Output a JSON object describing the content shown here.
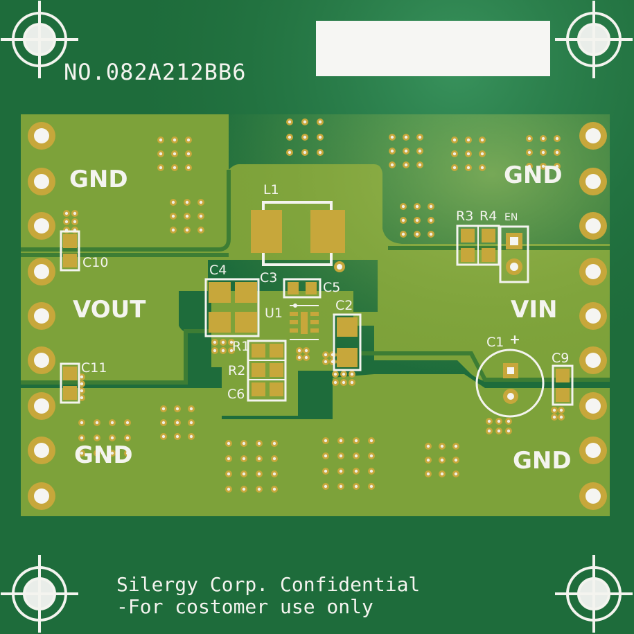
{
  "board": {
    "part_number": "NO.082A212BB6",
    "net_labels": {
      "gnd_top_left": "GND",
      "gnd_top_right": "GND",
      "vout": "VOUT",
      "vin": "VIN",
      "gnd_bottom_left": "GND",
      "gnd_bottom_right": "GND"
    },
    "references": {
      "l1": "L1",
      "c1": "C1",
      "c1_polarity": "+",
      "c2": "C2",
      "c3": "C3",
      "c4": "C4",
      "c5": "C5",
      "c6": "C6",
      "c9": "C9",
      "c10": "C10",
      "c11": "C11",
      "r1": "R1",
      "r2": "R2",
      "r3": "R3",
      "r4": "R4",
      "u1": "U1",
      "en": "EN"
    },
    "footer": {
      "line1": "Silergy Corp. Confidential",
      "line2": "-For costomer use only"
    },
    "colors": {
      "substrate": "#1d6b3a",
      "copper_pour": "#7fa339",
      "pad_gold": "#c7a73b",
      "silkscreen": "#f4f4ef"
    }
  }
}
